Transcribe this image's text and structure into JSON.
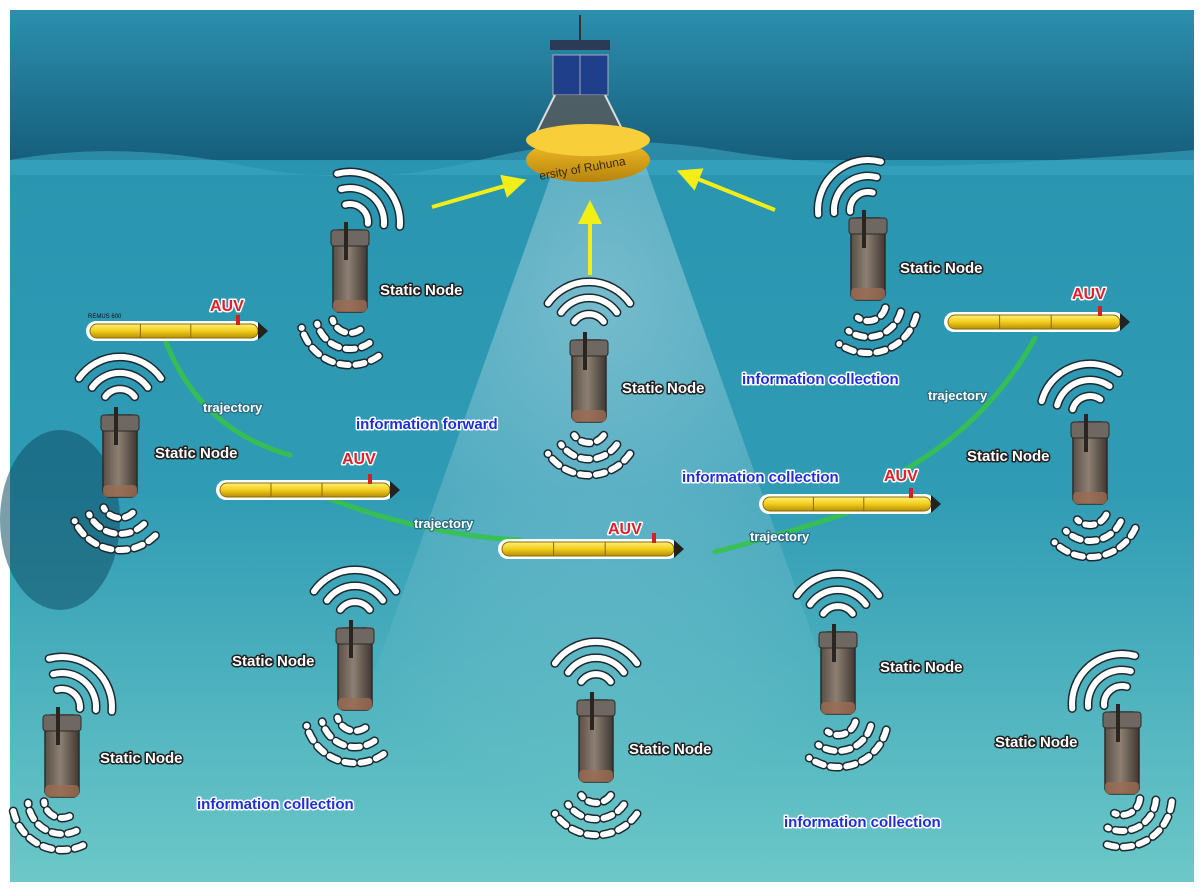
{
  "labels": {
    "static_node": "Static Node",
    "auv": "AUV",
    "information_collection": "information collection",
    "information_forward": "information forward",
    "trajectory": "trajectory",
    "buoy_text": "ersity of Ruhuna",
    "auv_tag": "REMUS 600"
  },
  "colors": {
    "water_top": "#1f7c96",
    "water_bottom": "#5cc2c6",
    "arrow": "#f4ee18",
    "trajectory": "#36c24a",
    "auv_body": "#f2cd1a",
    "info_text": "#1f2fd8",
    "auv_text": "#e0202a"
  }
}
